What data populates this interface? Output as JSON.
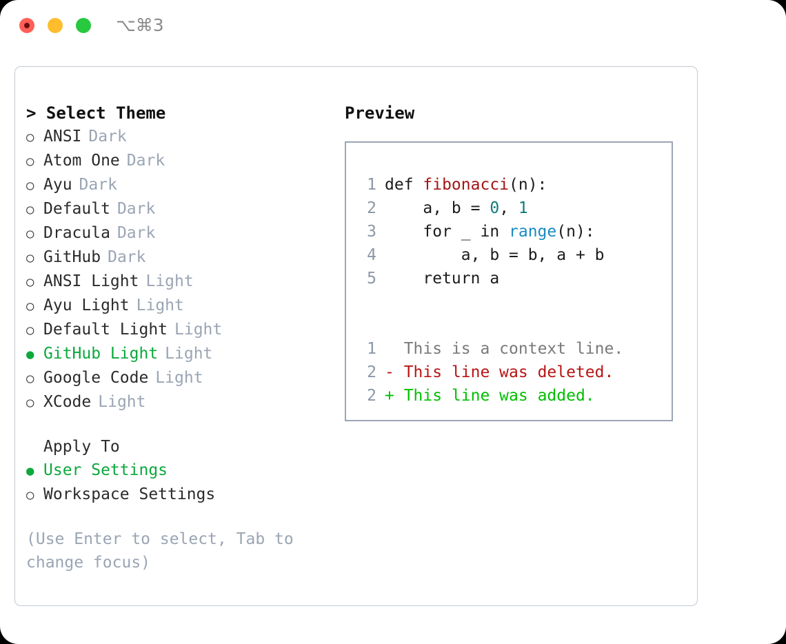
{
  "window": {
    "shortcut": "⌥⌘3",
    "traffic_lights": [
      "close-button",
      "minimize-button",
      "zoom-button"
    ],
    "colors": {
      "close": "#ff5f57",
      "minimize": "#ffbd2e",
      "zoom": "#28c840",
      "accent_green": "#0ca83c",
      "muted": "#9aa5b4",
      "border": "#c3cad4"
    }
  },
  "theme_list": {
    "heading": "> Select Theme",
    "items": [
      {
        "bullet": "○",
        "label": "ANSI",
        "tag": "Dark",
        "selected": false
      },
      {
        "bullet": "○",
        "label": "Atom One",
        "tag": "Dark",
        "selected": false
      },
      {
        "bullet": "○",
        "label": "Ayu",
        "tag": "Dark",
        "selected": false
      },
      {
        "bullet": "○",
        "label": "Default",
        "tag": "Dark",
        "selected": false
      },
      {
        "bullet": "○",
        "label": "Dracula",
        "tag": "Dark",
        "selected": false
      },
      {
        "bullet": "○",
        "label": "GitHub",
        "tag": "Dark",
        "selected": false
      },
      {
        "bullet": "○",
        "label": "ANSI Light",
        "tag": "Light",
        "selected": false
      },
      {
        "bullet": "○",
        "label": "Ayu Light",
        "tag": "Light",
        "selected": false
      },
      {
        "bullet": "○",
        "label": "Default Light",
        "tag": "Light",
        "selected": false
      },
      {
        "bullet": "●",
        "label": "GitHub Light",
        "tag": "Light",
        "selected": true
      },
      {
        "bullet": "○",
        "label": "Google Code",
        "tag": "Light",
        "selected": false
      },
      {
        "bullet": "○",
        "label": "XCode",
        "tag": "Light",
        "selected": false
      }
    ]
  },
  "apply_to": {
    "heading": "Apply To",
    "items": [
      {
        "bullet": "●",
        "label": "User Settings",
        "selected": true
      },
      {
        "bullet": "○",
        "label": "Workspace Settings",
        "selected": false
      }
    ]
  },
  "hint": "(Use Enter to select, Tab to change focus)",
  "preview": {
    "title": "Preview",
    "code_lines": [
      {
        "n": "1",
        "tokens": [
          {
            "t": "def ",
            "c": "plain"
          },
          {
            "t": "fibonacci",
            "c": "fn"
          },
          {
            "t": "(n):",
            "c": "plain"
          }
        ]
      },
      {
        "n": "2",
        "tokens": [
          {
            "t": "    a, b = ",
            "c": "plain"
          },
          {
            "t": "0",
            "c": "num"
          },
          {
            "t": ", ",
            "c": "plain"
          },
          {
            "t": "1",
            "c": "num"
          }
        ]
      },
      {
        "n": "3",
        "tokens": [
          {
            "t": "    for _ in ",
            "c": "plain"
          },
          {
            "t": "range",
            "c": "kwfn"
          },
          {
            "t": "(n):",
            "c": "plain"
          }
        ]
      },
      {
        "n": "4",
        "tokens": [
          {
            "t": "        a, b = b, a + b",
            "c": "plain"
          }
        ]
      },
      {
        "n": "5",
        "tokens": [
          {
            "t": "    return a",
            "c": "plain"
          }
        ]
      }
    ],
    "diff_lines": [
      {
        "n": "1",
        "marker": "  ",
        "text": "This is a context line.",
        "kind": "ctx"
      },
      {
        "n": "2",
        "marker": "- ",
        "text": "This line was deleted.",
        "kind": "del"
      },
      {
        "n": "2",
        "marker": "+ ",
        "text": "This line was added.",
        "kind": "add"
      }
    ]
  }
}
